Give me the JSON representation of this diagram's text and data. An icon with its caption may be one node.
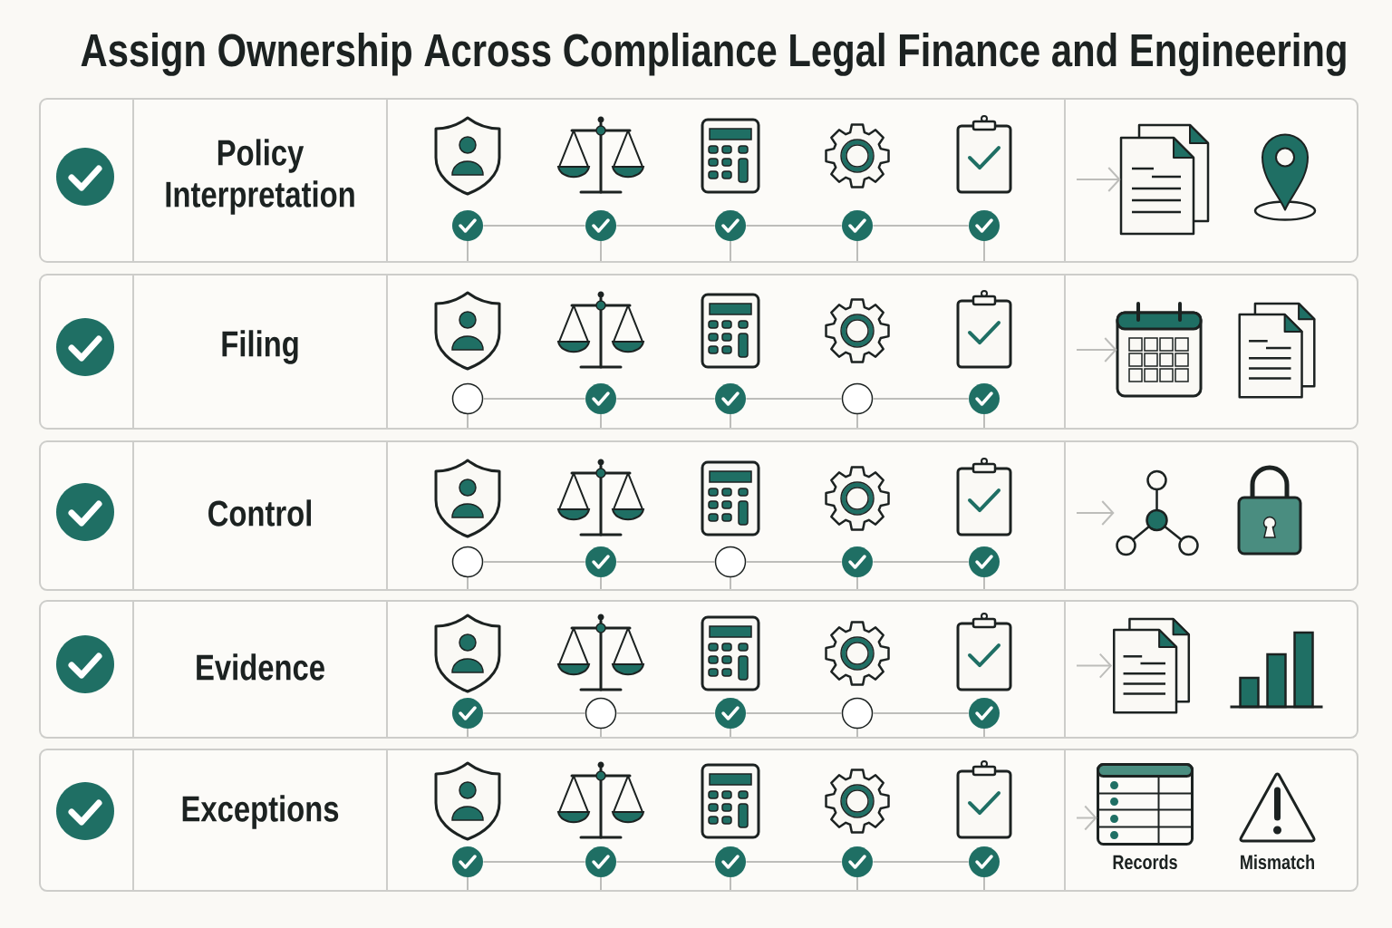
{
  "diagram": {
    "title": "Assign Ownership Across Compliance Legal Finance and Engineering",
    "nodes": [
      {
        "text": [
          "Policy Interpretation"
        ]
      },
      {
        "text": [],
        "shape": "tick",
        "in": 0
      },
      {
        "text": [],
        "shape": "tick",
        "in": 0
      },
      {
        "text": [],
        "shape": "tick",
        "in": 0
      },
      {
        "text": [],
        "shape": "tick",
        "in": 0
      },
      {
        "text": [],
        "shape": "tick",
        "in": 0
      },
      {
        "text": [],
        "shape": "picture",
        "in": 0
      },
      {
        "text": [],
        "shape": "picture",
        "in": 0
      },
      {
        "text": [
          "Filing"
        ]
      },
      {
        "text": [],
        "shape": "circle",
        "in": 8
      },
      {
        "text": [],
        "shape": "tick",
        "in": 8
      },
      {
        "text": [],
        "shape": "tick",
        "in": 8
      },
      {
        "text": [],
        "shape": "circle",
        "in": 8
      },
      {
        "text": [],
        "shape": "tick",
        "in": 8
      },
      {
        "text": [],
        "shape": "picture",
        "in": 8
      },
      {
        "text": [],
        "shape": "picture",
        "in": 8
      },
      {
        "text": [
          "Control"
        ]
      },
      {
        "text": [],
        "shape": "circle",
        "in": 16
      },
      {
        "text": [],
        "shape": "tick",
        "in": 16
      },
      {
        "text": [],
        "shape": "circle",
        "in": 16
      },
      {
        "text": [],
        "shape": "tick",
        "in": 16
      },
      {
        "text": [],
        "shape": "tick",
        "in": 16
      },
      {
        "text": [],
        "shape": "picture",
        "in": 16
      },
      {
        "text": [],
        "shape": "picture",
        "in": 16
      },
      {
        "text": [
          "Evidence"
        ]
      },
      {
        "text": [],
        "shape": "tick",
        "in": 24
      },
      {
        "text": [],
        "shape": "circle",
        "in": 24
      },
      {
        "text": [],
        "shape": "tick",
        "in": 24
      },
      {
        "text": [],
        "shape": "circle",
        "in": 24
      },
      {
        "text": [],
        "shape": "tick",
        "in": 24
      },
      {
        "text": [],
        "shape": "picture",
        "in": 24
      },
      {
        "text": [],
        "shape": "picture",
        "in": 24
      },
      {
        "text": [
          "Exceptions"
        ]
      },
      {
        "text": [],
        "shape": "tick",
        "in": 32
      },
      {
        "text": [],
        "shape": "tick",
        "in": 32
      },
      {
        "text": [],
        "shape": "tick",
        "in": 32
      },
      {
        "text": [],
        "shape": "tick",
        "in": 32
      },
      {
        "text": [],
        "shape": "tick",
        "in": 32
      },
      {
        "text": [
          "Records"
        ],
        "in": 32
      },
      {
        "text": [
          "Mismatch"
        ],
        "in": 32
      }
    ],
    "edges": [
      {
        "from": 1,
        "to": 2,
        "arrow": "none"
      },
      {
        "from": 2,
        "to": 3,
        "arrow": "none"
      },
      {
        "from": 3,
        "to": 4,
        "arrow": "none"
      },
      {
        "from": 4,
        "to": 5,
        "arrow": "none"
      },
      {
        "from": null,
        "to": 6,
        "arrow": "to"
      },
      {
        "from": 9,
        "to": 10,
        "arrow": "none"
      },
      {
        "from": 10,
        "to": 11,
        "arrow": "none"
      },
      {
        "from": 11,
        "to": 12,
        "arrow": "none"
      },
      {
        "from": 12,
        "to": 13,
        "arrow": "none"
      },
      {
        "from": null,
        "to": 14,
        "arrow": "to"
      },
      {
        "from": 17,
        "to": 18,
        "arrow": "none"
      },
      {
        "from": 18,
        "to": 19,
        "arrow": "none"
      },
      {
        "from": 19,
        "to": 20,
        "arrow": "none"
      },
      {
        "from": 20,
        "to": 21,
        "arrow": "none"
      },
      {
        "from": null,
        "to": 22,
        "arrow": "to"
      },
      {
        "from": 25,
        "to": 26,
        "arrow": "none"
      },
      {
        "from": 26,
        "to": 27,
        "arrow": "none"
      },
      {
        "from": 27,
        "to": 28,
        "arrow": "none"
      },
      {
        "from": 28,
        "to": 29,
        "arrow": "none"
      },
      {
        "from": null,
        "to": 30,
        "arrow": "to"
      },
      {
        "from": 33,
        "to": 34,
        "arrow": "none"
      },
      {
        "from": 34,
        "to": 35,
        "arrow": "none"
      },
      {
        "from": 35,
        "to": 36,
        "arrow": "none"
      },
      {
        "from": 36,
        "to": 37,
        "arrow": "none"
      },
      {
        "from": null,
        "to": 38,
        "arrow": "to"
      }
    ]
  }
}
